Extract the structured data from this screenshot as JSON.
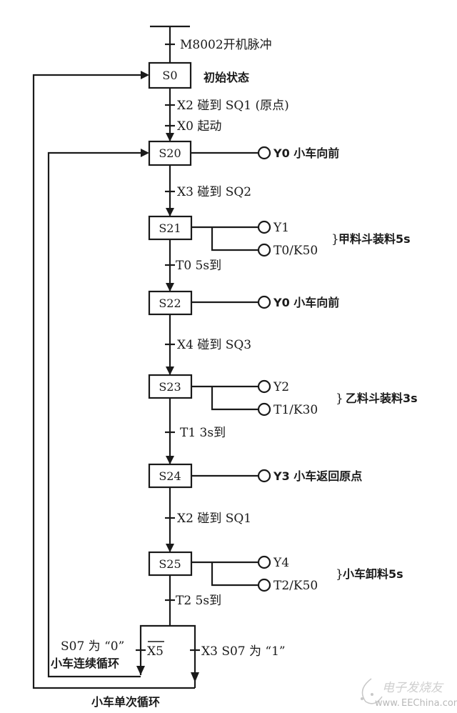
{
  "diagram": {
    "title": "SFC sequential function chart - cart loading cycle",
    "initial_pulse": "M8002开机脉冲",
    "steps": [
      {
        "id": "S0",
        "note": "初始状态"
      },
      {
        "id": "S20",
        "outputs": [
          {
            "label": "Y0  小车向前"
          }
        ]
      },
      {
        "id": "S21",
        "outputs": [
          {
            "label": "Y1"
          },
          {
            "label": "T0/K50"
          }
        ],
        "group_note": "甲料斗装料5s"
      },
      {
        "id": "S22",
        "outputs": [
          {
            "label": "Y0  小车向前"
          }
        ]
      },
      {
        "id": "S23",
        "outputs": [
          {
            "label": "Y2"
          },
          {
            "label": "T1/K30"
          }
        ],
        "group_note": "乙料斗装料3s"
      },
      {
        "id": "S24",
        "outputs": [
          {
            "label": "Y3  小车返回原点"
          }
        ]
      },
      {
        "id": "S25",
        "outputs": [
          {
            "label": "Y4"
          },
          {
            "label": "T2/K50"
          }
        ],
        "group_note": "小车卸料5s"
      }
    ],
    "transitions": {
      "s0_a": "X2  碰到 SQ1 (原点)",
      "s0_b": "X0  起动",
      "s20": "X3  碰到 SQ2",
      "s21": "T0   5s到",
      "s22": "X4  碰到 SQ3",
      "s23": "T1    3s到",
      "s24": "X2    碰到 SQ1",
      "s25": "T2  5s到",
      "branch_left": "X5",
      "branch_right": "X3 S07 为 “1”"
    },
    "loop_labels": {
      "continuous_line1": "S07 为 “0”",
      "continuous_line2": "小车连续循环",
      "single": "小车单次循环"
    },
    "group_brace": "}"
  },
  "watermark": {
    "chinese": "电子发烧友",
    "site": "EEChina.com",
    "prefix": "www."
  }
}
